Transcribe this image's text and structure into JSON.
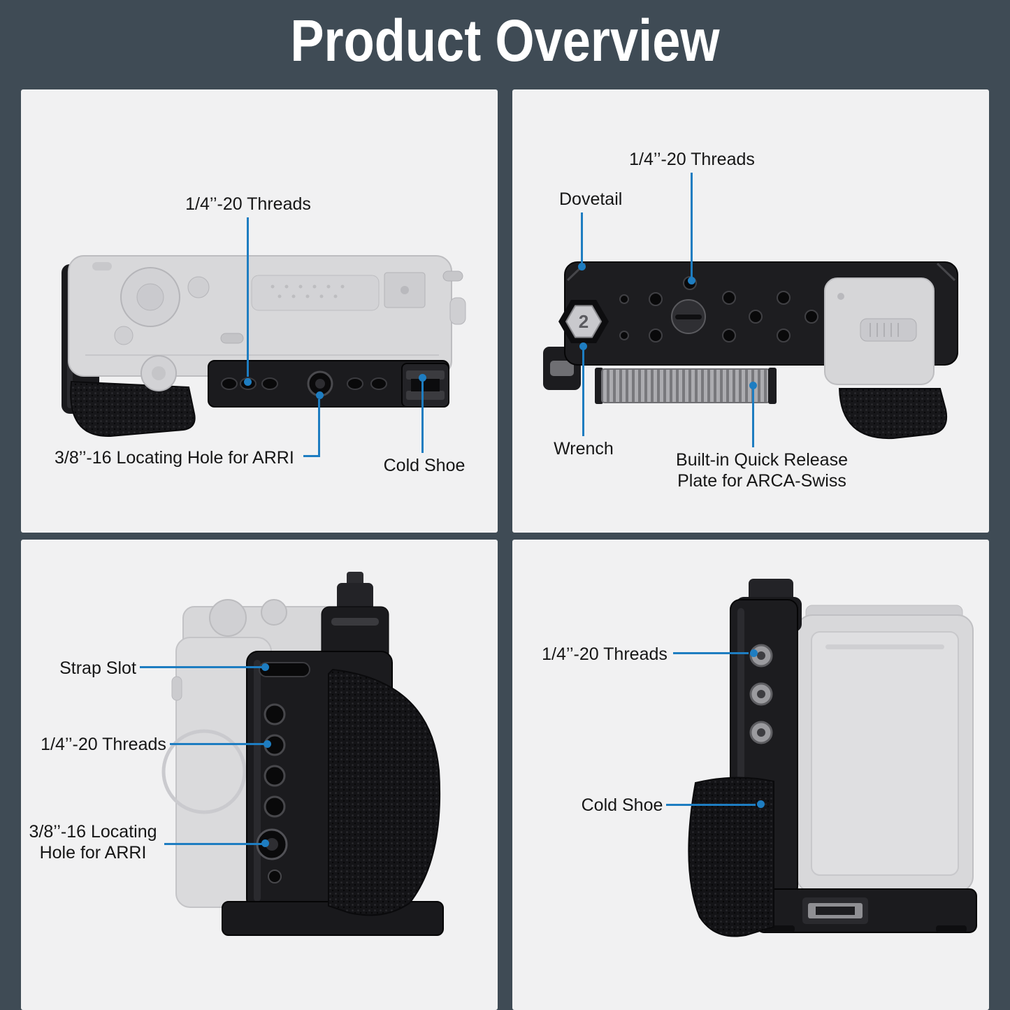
{
  "page": {
    "title": "Product Overview"
  },
  "colors": {
    "background": "#3f4b55",
    "panel": "#f1f1f2",
    "callout_blue": "#1e7dc1",
    "label_text": "#161616",
    "cage_black": "#1b1b1e",
    "ghost_gray": "#d8d8da"
  },
  "panels": {
    "top_view": {
      "labels": {
        "threads": "1/4’’-20 Threads",
        "arri_hole": "3/8’’-16 Locating Hole for ARRI",
        "cold_shoe": "Cold Shoe"
      }
    },
    "bottom_view": {
      "labels": {
        "threads": "1/4’’-20 Threads",
        "dovetail": "Dovetail",
        "wrench": "Wrench",
        "qr_line1": "Built-in Quick Release",
        "qr_line2": "Plate for ARCA-Swiss"
      },
      "wrench_mark": "2"
    },
    "side_view_grip": {
      "labels": {
        "strap_slot": "Strap Slot",
        "threads": "1/4’’-20 Threads",
        "arri_line1": "3/8’’-16 Locating",
        "arri_line2": "Hole for ARRI"
      }
    },
    "side_view_screen": {
      "labels": {
        "threads": "1/4’’-20 Threads",
        "cold_shoe": "Cold Shoe"
      }
    }
  }
}
